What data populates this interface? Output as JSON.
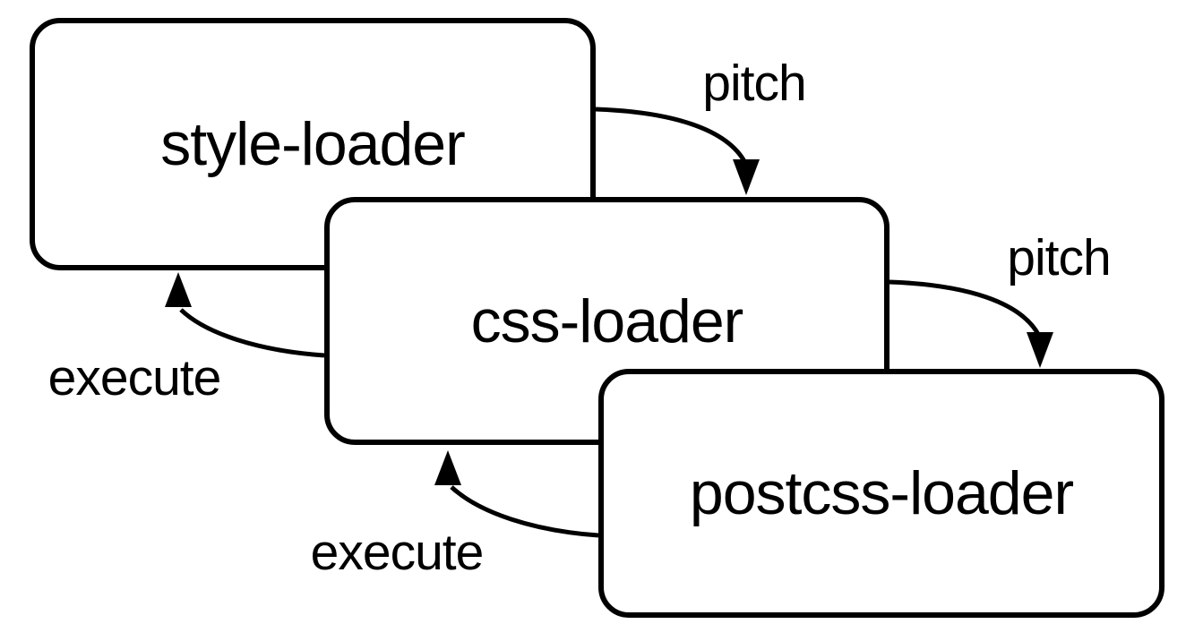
{
  "diagram": {
    "title": "webpack loader pitching phase diagram",
    "colors": {
      "background": "#ffffff",
      "node_fill": "#ffffff",
      "stroke": "#000000"
    },
    "nodes": [
      {
        "id": "style-loader",
        "label": "style-loader"
      },
      {
        "id": "css-loader",
        "label": "css-loader"
      },
      {
        "id": "postcss-loader",
        "label": "postcss-loader"
      }
    ],
    "edges": [
      {
        "id": "pitch-style-to-css",
        "label": "pitch",
        "from": "style-loader",
        "to": "css-loader"
      },
      {
        "id": "pitch-css-to-postcss",
        "label": "pitch",
        "from": "css-loader",
        "to": "postcss-loader"
      },
      {
        "id": "execute-css-to-style",
        "label": "execute",
        "from": "css-loader",
        "to": "style-loader"
      },
      {
        "id": "execute-postcss-to-css",
        "label": "execute",
        "from": "postcss-loader",
        "to": "css-loader"
      }
    ]
  }
}
